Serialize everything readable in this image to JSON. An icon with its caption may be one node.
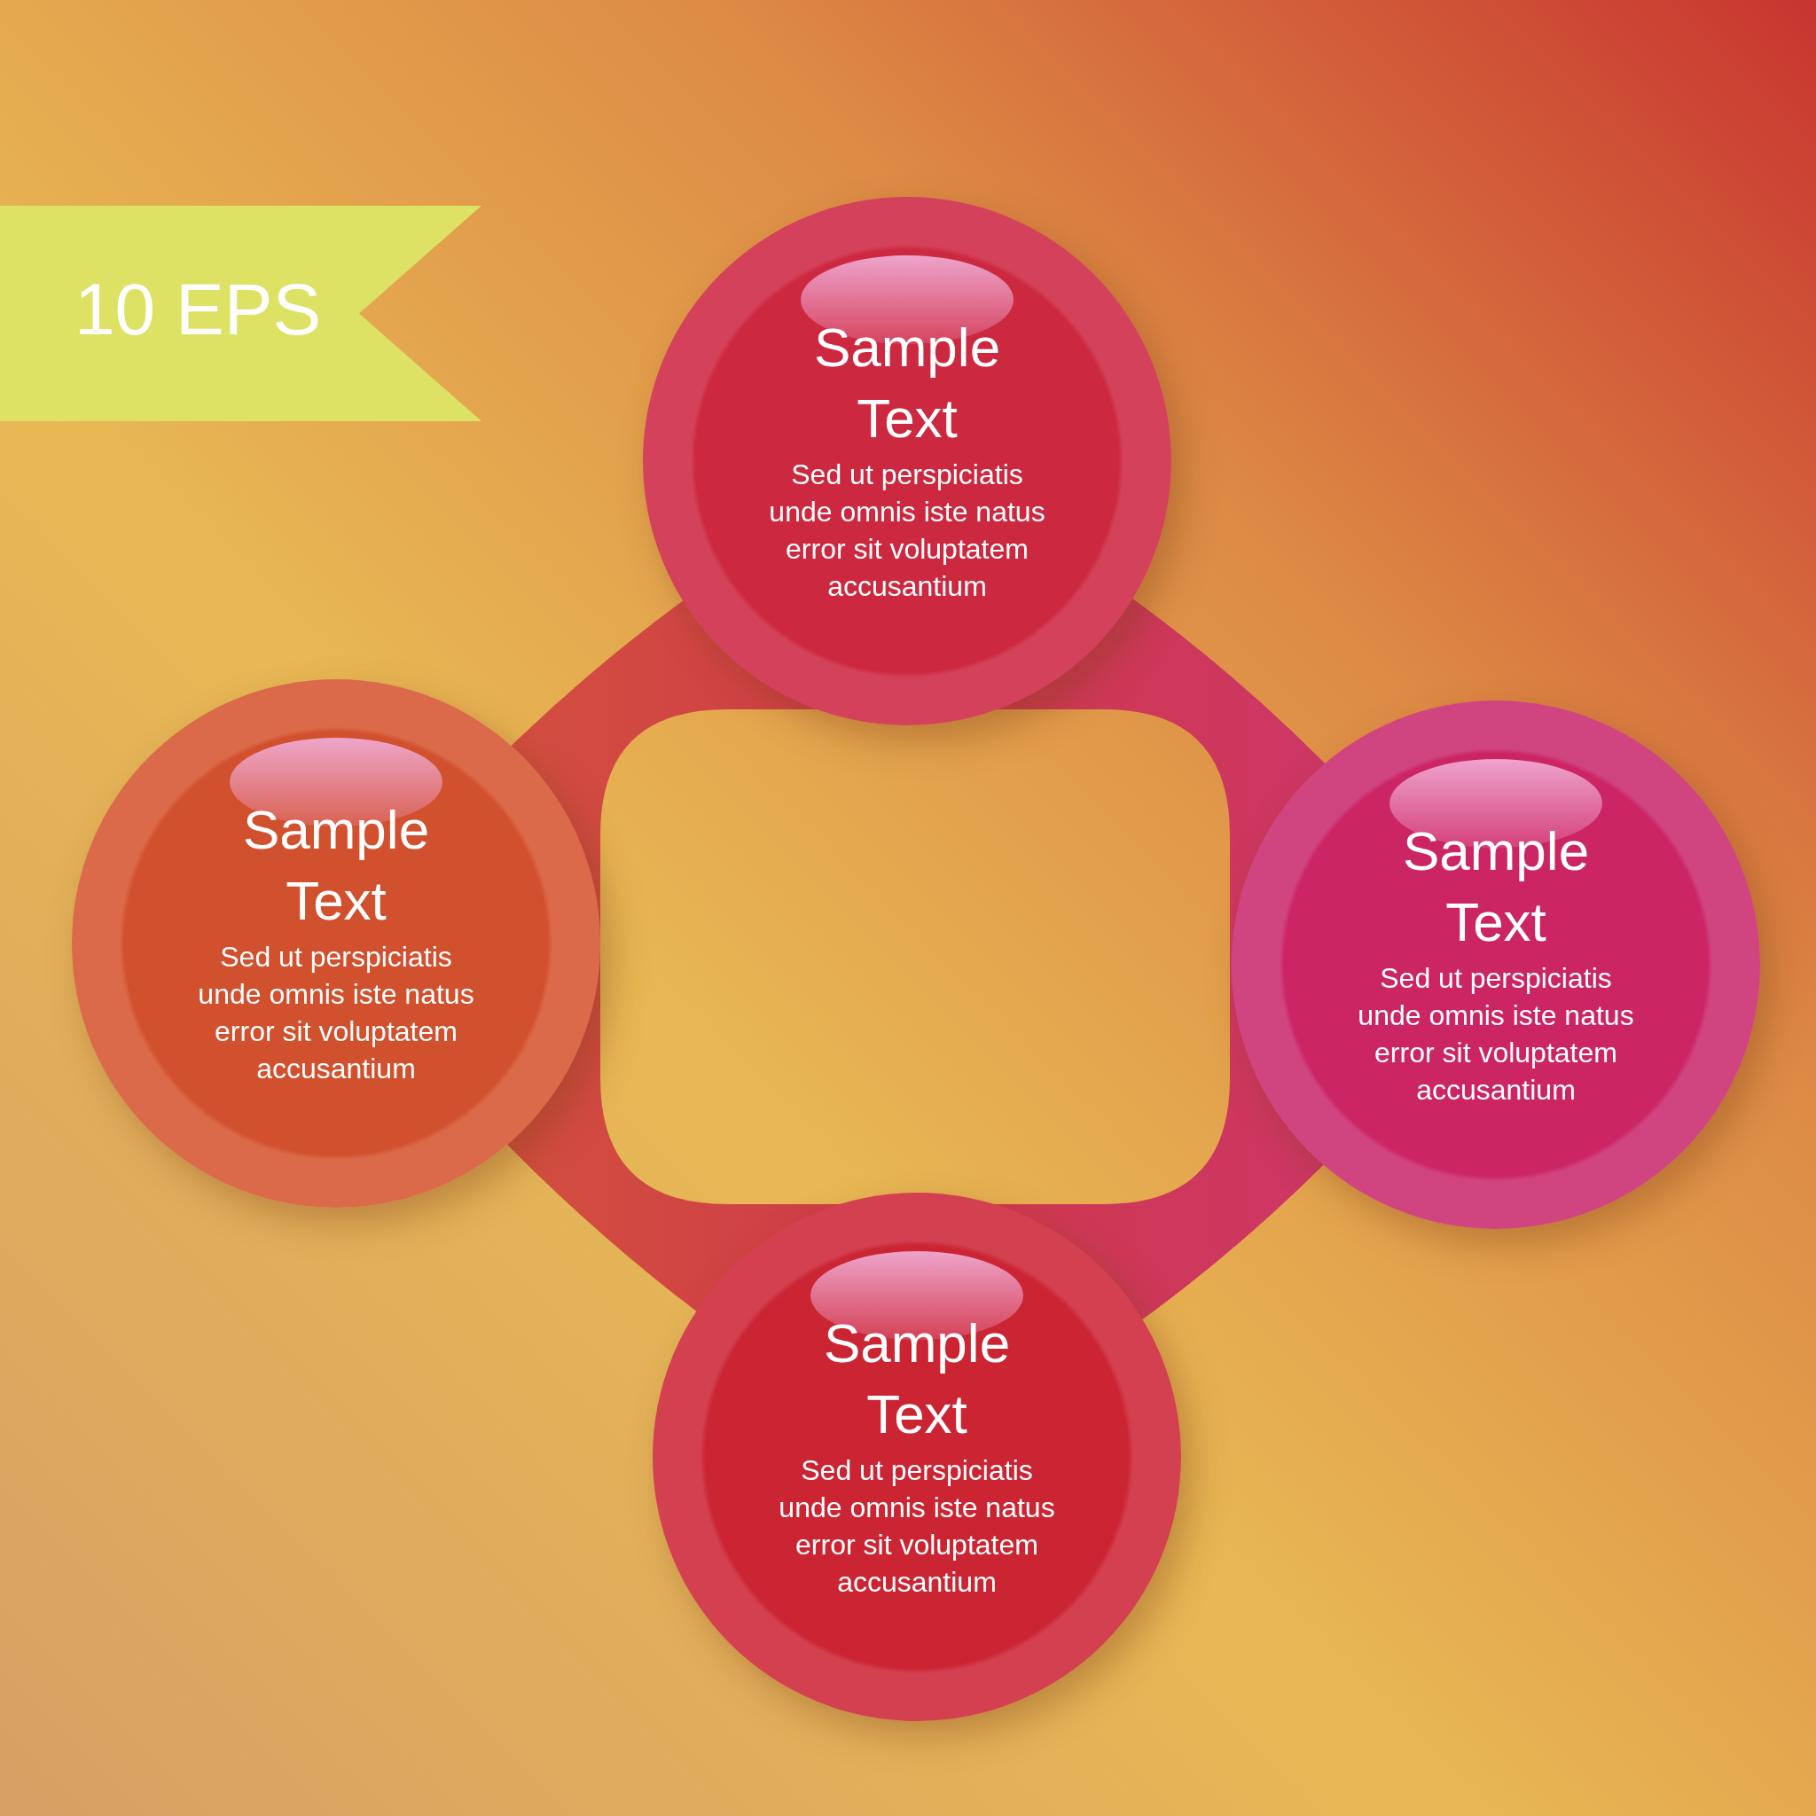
{
  "diagram": {
    "nodes": [
      {
        "text": [
          "10 EPS"
        ]
      },
      {
        "text": [
          "Sample Text",
          "Sed ut perspiciatis unde omnis iste natus error sit voluptatem accusantium"
        ]
      },
      {
        "text": [
          "Sample Text",
          "Sed ut perspiciatis unde omnis iste natus error sit voluptatem accusantium"
        ]
      },
      {
        "text": [
          "Sample Text",
          "Sed ut perspiciatis unde omnis iste natus error sit voluptatem accusantium"
        ]
      },
      {
        "text": [
          "Sample Text",
          "Sed ut perspiciatis unde omnis iste natus error sit voluptatem accusantium"
        ]
      }
    ]
  }
}
